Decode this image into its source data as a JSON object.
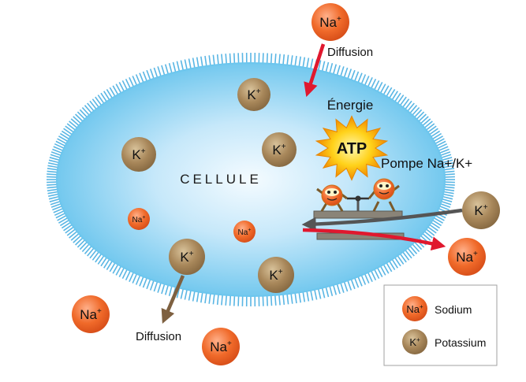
{
  "cell_label": "CELLULE",
  "energy_label": "Énergie",
  "atp_label": "ATP",
  "pump_label": "Pompe Na+/K+",
  "diffusion_top_label": "Diffusion",
  "diffusion_bottom_label": "Diffusion",
  "ions": {
    "na_symbol": "Na",
    "na_charge": "+",
    "k_symbol": "K",
    "k_charge": "+"
  },
  "legend": {
    "sodium_label": "Sodium",
    "potassium_label": "Potassium"
  },
  "colors": {
    "cell_fill_center": "#f4fbff",
    "cell_fill_edge": "#6cc6ee",
    "membrane": "#5ab6e4",
    "sodium": "#ee6a2a",
    "potassium": "#a88a5c",
    "arrow_red": "#e0182e",
    "arrow_brown": "#8a6a45",
    "atp_burst": "#f7b500",
    "pump_plate": "#8a8478"
  }
}
